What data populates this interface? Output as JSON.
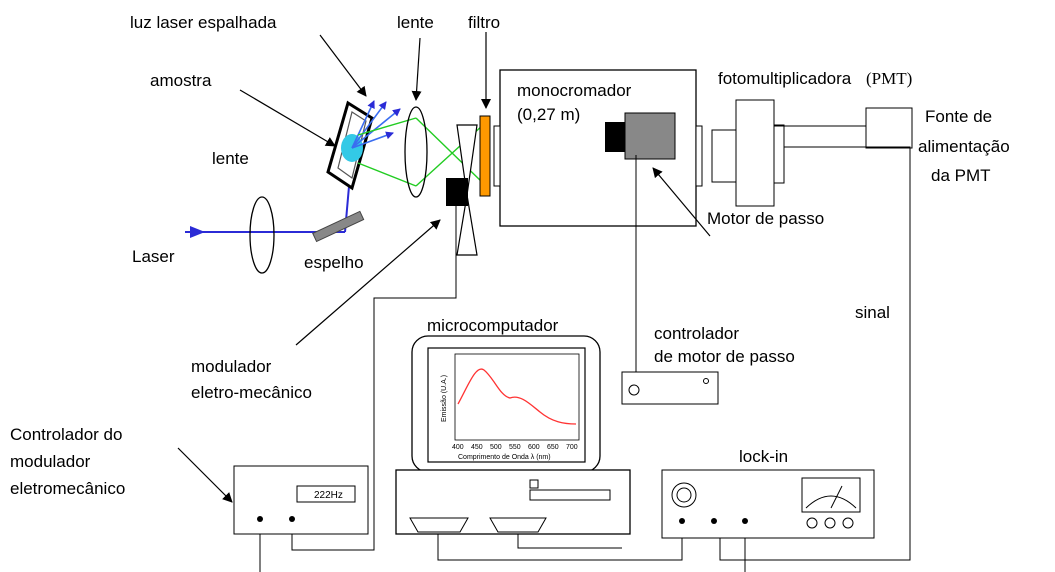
{
  "labels": {
    "luz_laser": "luz laser espalhada",
    "lente_top": "lente",
    "filtro": "filtro",
    "amostra": "amostra",
    "lente_left": "lente",
    "laser": "Laser",
    "espelho": "espelho",
    "monocromador": "monocromador",
    "monocromador_size": "(0,27 m)",
    "fotomultiplicadora": "fotomultiplicadora",
    "pmt_abbr": "(PMT)",
    "fonte_1": "Fonte de",
    "fonte_2": "alimentação",
    "fonte_3": "da PMT",
    "motor_passo": "Motor de passo",
    "sinal": "sinal",
    "microcomputador": "microcomputador",
    "controlador_motor_1": "controlador",
    "controlador_motor_2": "de motor de passo",
    "modulador_1": "modulador",
    "modulador_2": "eletro-mecânico",
    "controlador_mod_1": "Controlador do",
    "controlador_mod_2": "modulador",
    "controlador_mod_3": "eletromecânico",
    "freq_display": "222Hz",
    "lockin": "lock-in"
  },
  "screen_plot": {
    "ylabel": "Emissão (U.A.)",
    "xlabel": "Comprimento de Onda λ (nm)",
    "x_ticks": [
      "400",
      "450",
      "500",
      "550",
      "600",
      "650",
      "700"
    ]
  },
  "colors": {
    "laser_beam": "#2b2bd6",
    "scatter": "#3a6df0",
    "green_beam": "#22cc22",
    "filter": "#ff9900",
    "curve": "#ff3333",
    "sample": "#33c9e6"
  }
}
